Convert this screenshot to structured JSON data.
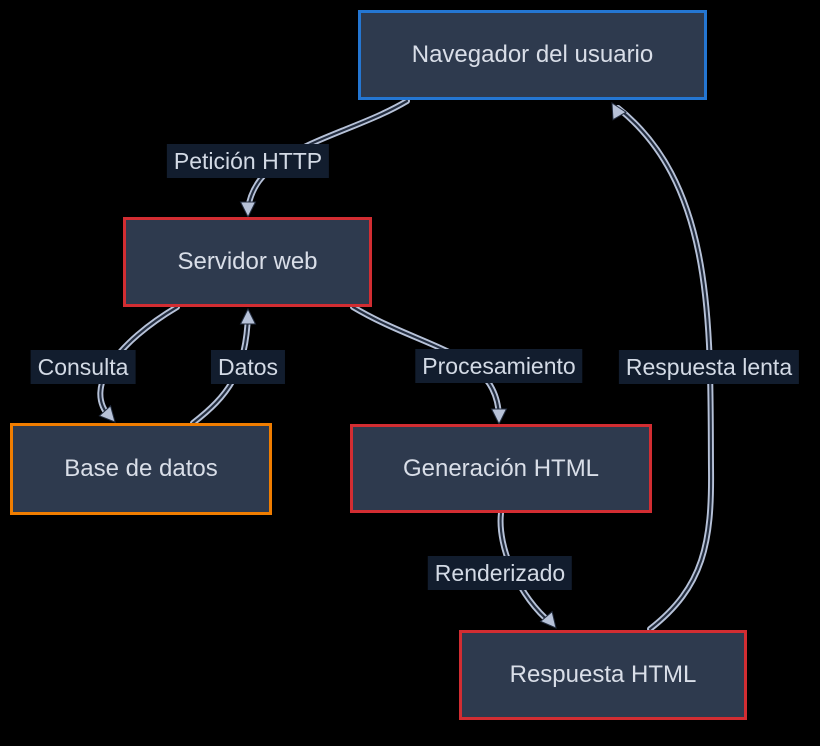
{
  "colors": {
    "background": "#000000",
    "node_fill": "#2e3a4e",
    "node_text": "#d9dee8",
    "edge_label_bg": "#121d2e",
    "edge_label_text": "#d3dae5",
    "edge_line": "#b7c2d8",
    "edge_line_core": "#242e40",
    "border_blue": "#2476d2",
    "border_red": "#d22d32",
    "border_orange": "#f07d00"
  },
  "nodes": [
    {
      "id": "navegador",
      "label": "Navegador del usuario",
      "border_color": "#2476d2"
    },
    {
      "id": "servidor",
      "label": "Servidor web",
      "border_color": "#d22d32"
    },
    {
      "id": "base_datos",
      "label": "Base de datos",
      "border_color": "#f07d00"
    },
    {
      "id": "generacion",
      "label": "Generación HTML",
      "border_color": "#d22d32"
    },
    {
      "id": "respuesta",
      "label": "Respuesta HTML",
      "border_color": "#d22d32"
    }
  ],
  "edges": [
    {
      "from": "Navegador del usuario",
      "to": "Servidor web",
      "label": "Petición HTTP"
    },
    {
      "from": "Servidor web",
      "to": "Base de datos",
      "label": "Consulta"
    },
    {
      "from": "Base de datos",
      "to": "Servidor web",
      "label": "Datos"
    },
    {
      "from": "Servidor web",
      "to": "Generación HTML",
      "label": "Procesamiento"
    },
    {
      "from": "Generación HTML",
      "to": "Respuesta HTML",
      "label": "Renderizado"
    },
    {
      "from": "Respuesta HTML",
      "to": "Navegador del usuario",
      "label": "Respuesta lenta"
    }
  ]
}
